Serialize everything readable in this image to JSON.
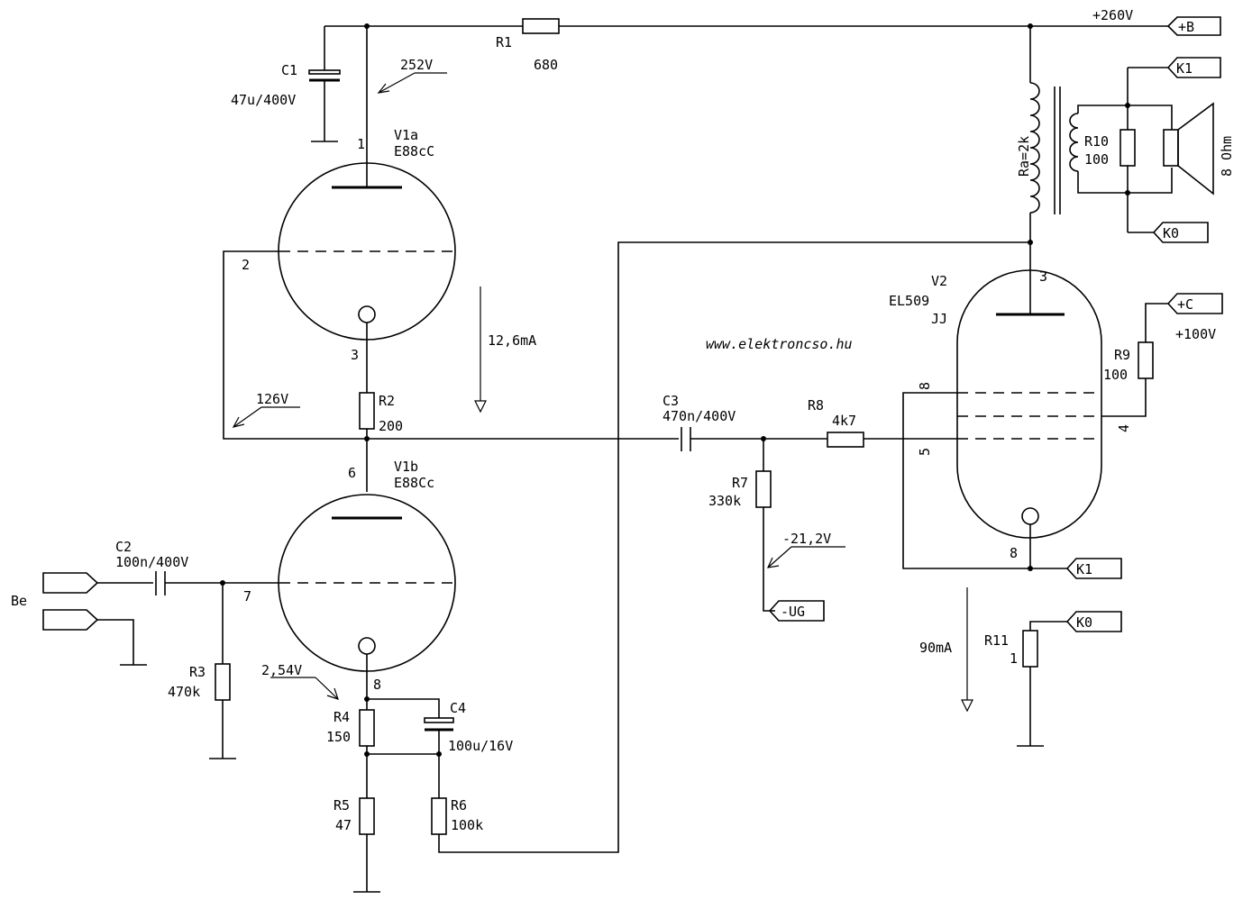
{
  "title": "",
  "website": "www.elektroncso.hu",
  "tubes": {
    "v1a": {
      "ref": "V1a",
      "type": "E88cC",
      "pin_plate": "1",
      "pin_grid": "2",
      "pin_cathode": "3"
    },
    "v1b": {
      "ref": "V1b",
      "type": "E88Cc",
      "pin_plate": "6",
      "pin_grid": "7",
      "pin_cathode": "8"
    },
    "v2": {
      "ref": "V2",
      "type": "EL509",
      "maker": "JJ",
      "pin_plate": "3",
      "pin_g2": "4",
      "pin_g1": "5",
      "pin_heater": "8",
      "pin_cathode": "8"
    }
  },
  "components": {
    "r1": {
      "ref": "R1",
      "value": "680"
    },
    "r2": {
      "ref": "R2",
      "value": "200"
    },
    "r3": {
      "ref": "R3",
      "value": "470k"
    },
    "r4": {
      "ref": "R4",
      "value": "150"
    },
    "r5": {
      "ref": "R5",
      "value": "47"
    },
    "r6": {
      "ref": "R6",
      "value": "100k"
    },
    "r7": {
      "ref": "R7",
      "value": "330k"
    },
    "r8": {
      "ref": "R8",
      "value": "4k7"
    },
    "r9": {
      "ref": "R9",
      "value": "100"
    },
    "r10": {
      "ref": "R10",
      "value": "100"
    },
    "r11": {
      "ref": "R11",
      "value": "1"
    },
    "c1": {
      "ref": "C1",
      "value": "47u/400V"
    },
    "c2": {
      "ref": "C2",
      "value": "100n/400V"
    },
    "c3": {
      "ref": "C3",
      "value": "470n/400V"
    },
    "c4": {
      "ref": "C4",
      "value": "100u/16V"
    },
    "transformer": {
      "label": "Ra=2k"
    },
    "speaker": {
      "label": "8 Ohm"
    }
  },
  "measurements": {
    "v1a_plate": "252V",
    "v1a_cathode": "126V",
    "v1b_cathode": "2,54V",
    "v2_grid": "-21,2V",
    "v1_current": "12,6mA",
    "v2_current": "90mA"
  },
  "terminals": {
    "b_plus": "+B",
    "b_voltage": "+260V",
    "c_plus": "+C",
    "c_voltage": "+100V",
    "k1": "K1",
    "k0": "K0",
    "ug": "-UG",
    "input": "Be"
  }
}
